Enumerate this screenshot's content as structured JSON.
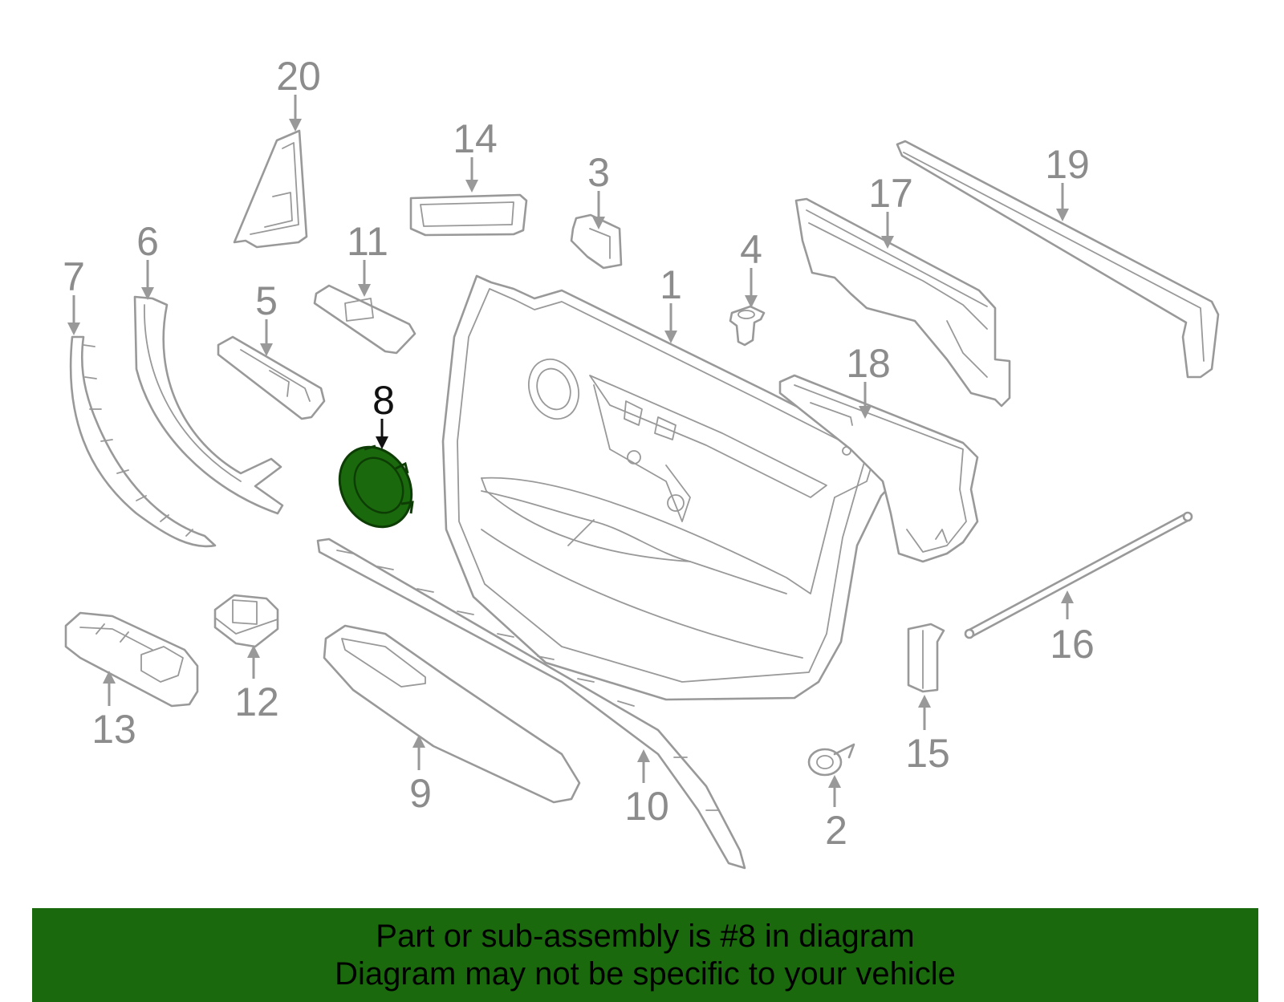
{
  "diagram": {
    "callouts": [
      "1",
      "2",
      "3",
      "4",
      "5",
      "6",
      "7",
      "8",
      "9",
      "10",
      "11",
      "12",
      "13",
      "14",
      "15",
      "16",
      "17",
      "18",
      "19",
      "20"
    ],
    "highlight_callout": "8",
    "highlight_color": "#1a6a0d",
    "line_color": "#999999"
  },
  "banner": {
    "line1": "Part or sub-assembly is #8 in diagram",
    "line2": "Diagram may not be specific to your vehicle",
    "background": "#1a6a0d"
  }
}
